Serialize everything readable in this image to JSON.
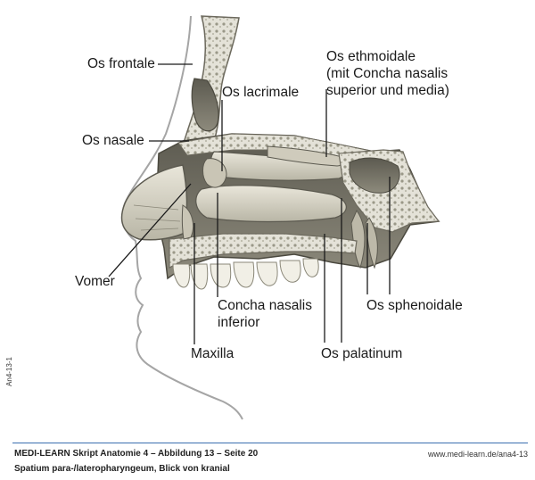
{
  "labels": {
    "os_frontale": "Os frontale",
    "os_lacrimale": "Os lacrimale",
    "os_ethmoidale_1": "Os ethmoidale",
    "os_ethmoidale_2": "(mit Concha nasalis",
    "os_ethmoidale_3": "superior und media)",
    "os_nasale": "Os nasale",
    "vomer": "Vomer",
    "concha_inferior_1": "Concha nasalis",
    "concha_inferior_2": "inferior",
    "os_sphenoidale": "Os sphenoidale",
    "maxilla": "Maxilla",
    "os_palatinum": "Os palatinum"
  },
  "side_code": "An4-13-1",
  "footer": {
    "title": "MEDI-LEARN Skript Anatomie 4 – Abbildung 13 – Seite 20",
    "url": "www.medi-learn.de/ana4-13",
    "subtitle": "Spatium para-/lateropharyngeum, Blick von kranial"
  },
  "colors": {
    "accent_rule": "#3a6fb0",
    "bone": "#d9d6c9",
    "bone_dark": "#6d6a5e",
    "outline": "#9a9a9a"
  }
}
